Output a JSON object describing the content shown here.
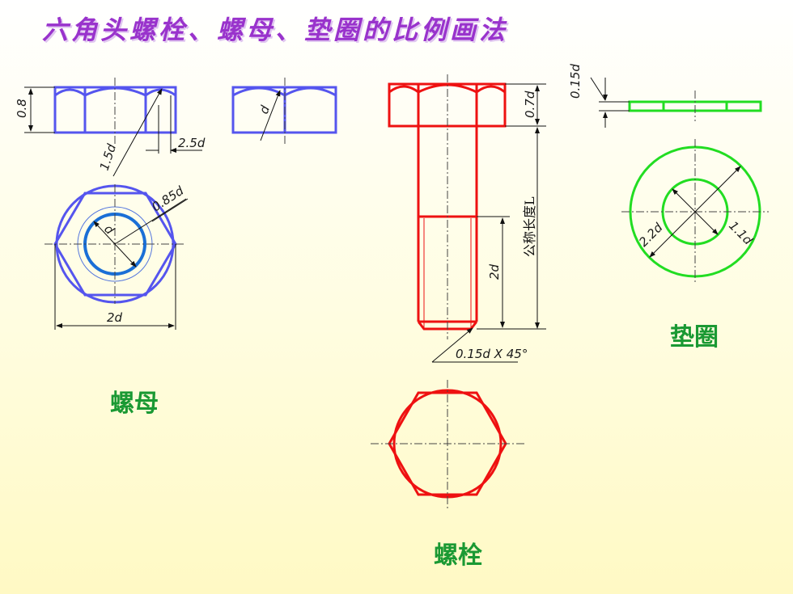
{
  "title": "六角头螺栓、螺母、垫圈的比例画法",
  "captions": {
    "nut": "螺母",
    "bolt": "螺栓",
    "washer": "垫圈"
  },
  "dims": {
    "nut_height": "0.8",
    "nut_radius": "1.5d",
    "nut_offset": "2.5d",
    "nut_d_side": "d",
    "nut_chamfer": "0.85d",
    "nut_d_top": "d",
    "nut_width": "2d",
    "bolt_head": "0.7d",
    "bolt_length": "公称长度L",
    "bolt_thread": "2d",
    "bolt_chamfer": "0.15d X 45°",
    "washer_thick": "0.15d",
    "washer_outer": "2.2d",
    "washer_inner": "1.1d"
  },
  "colors": {
    "nut": "#5555ee",
    "nut_inner": "#1a6fd6",
    "bolt": "#ee1111",
    "washer": "#22dd22",
    "title": "#9933cc",
    "caption": "#1a9933"
  }
}
